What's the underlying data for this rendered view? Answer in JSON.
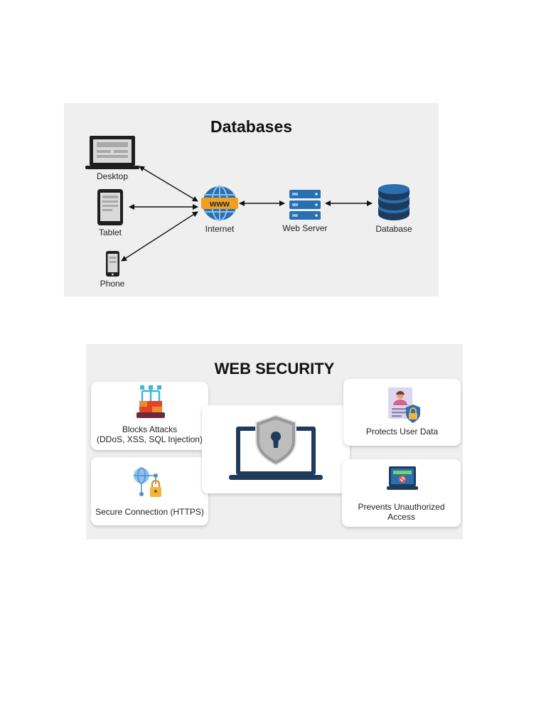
{
  "databases": {
    "title": "Databases",
    "nodes": {
      "desktop": "Desktop",
      "tablet": "Tablet",
      "phone": "Phone",
      "internet": "Internet",
      "internet_badge": "www",
      "web_server": "Web Server",
      "database": "Database"
    },
    "icons": [
      "laptop-icon",
      "tablet-icon",
      "phone-icon",
      "globe-icon",
      "server-icon",
      "database-icon"
    ]
  },
  "web_security": {
    "title": "WEB SECURITY",
    "cards": {
      "blocks_attacks_line1": "Blocks Attacks",
      "blocks_attacks_line2": "(DDoS, XSS, SQL Injection)",
      "secure_connection": "Secure Connection (HTTPS)",
      "protects_user_data": "Protects User Data",
      "prevents_line1": "Prevents Unauthorized",
      "prevents_line2": "Access"
    },
    "icons": [
      "firewall-icon",
      "network-lock-icon",
      "laptop-shield-icon",
      "user-shield-icon",
      "screen-lock-icon"
    ]
  },
  "colors": {
    "panel_bg": "#efefef",
    "navy": "#1f3b5c",
    "blue": "#2a6fb0",
    "light_blue": "#6ea8dc",
    "orange": "#f0a020",
    "red": "#e0452a"
  }
}
